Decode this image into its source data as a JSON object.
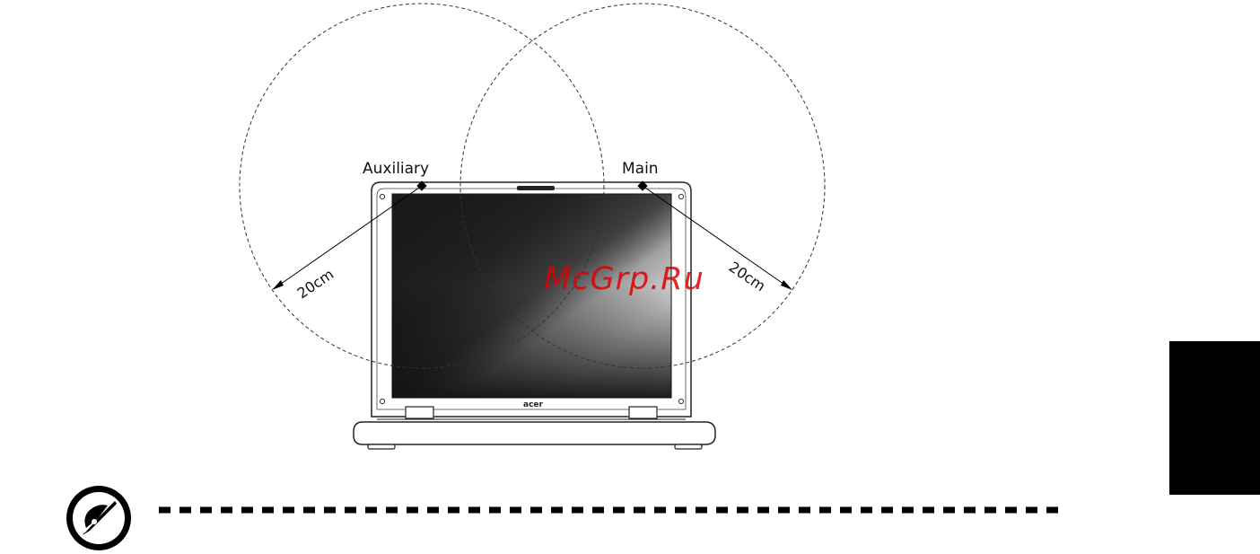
{
  "figure": {
    "antenna_labels": {
      "auxiliary": "Auxiliary",
      "main": "Main"
    },
    "distance_left": "20cm",
    "distance_right": "20cm",
    "laptop_brand": "acer",
    "watermark": "McGrp.Ru"
  },
  "side_tab": {
    "color": "#000000"
  },
  "note": {
    "icon": "note-pen-icon",
    "rule_style": "dashed"
  }
}
